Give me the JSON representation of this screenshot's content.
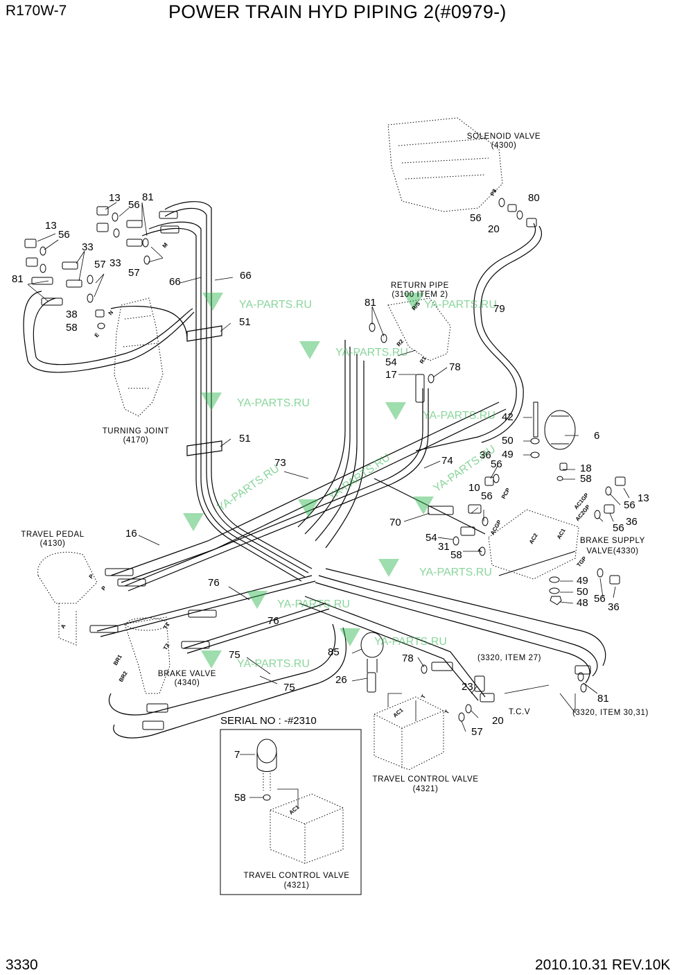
{
  "header": {
    "model": "R170W-7",
    "title": "POWER TRAIN HYD PIPING 2(#0979-)"
  },
  "footer": {
    "page_number": "3330",
    "revision": "2010.10.31 REV.10K"
  },
  "components": {
    "solenoid_valve": {
      "name": "SOLENOID VALVE",
      "code": "(4300)"
    },
    "return_pipe": {
      "name": "RETURN PIPE",
      "code": "(3100 ITEM 2)"
    },
    "turning_joint": {
      "name": "TURNING JOINT",
      "code": "(4170)"
    },
    "travel_pedal": {
      "name": "TRAVEL PEDAL",
      "code": "(4130)"
    },
    "brake_supply_valve": {
      "name": "BRAKE SUPPLY",
      "name2": "VALVE(4330)"
    },
    "brake_valve": {
      "name": "BRAKE VALVE",
      "code": "(4340)"
    },
    "travel_control_valve": {
      "name": "TRAVEL CONTROL VALVE",
      "code": "(4321)"
    },
    "item27_ref": "(3320, ITEM 27)",
    "item3031_ref": "(3320, ITEM 30,31)"
  },
  "inset": {
    "serial": "SERIAL NO : -#2310",
    "valve_name": "TRAVEL CONTROL VALVE",
    "valve_code": "(4321)",
    "parts": [
      "7",
      "58"
    ],
    "port": "AC1"
  },
  "watermark": "YA-PARTS.RU",
  "port_labels": [
    "P8",
    "R/S",
    "R2",
    "R1",
    "PCP",
    "ACGP",
    "AC2",
    "AC1",
    "AC1GP",
    "AC2GP",
    "TGP",
    "T",
    "T1",
    "T2",
    "P",
    "A",
    "BR1",
    "BR2",
    "N",
    "M",
    "E",
    "T.C.V"
  ],
  "part_numbers": [
    "13",
    "56",
    "81",
    "33",
    "57",
    "38",
    "58",
    "66",
    "51",
    "16",
    "73",
    "74",
    "76",
    "75",
    "85",
    "26",
    "79",
    "17",
    "54",
    "78",
    "42",
    "6",
    "50",
    "49",
    "36",
    "10",
    "18",
    "70",
    "31",
    "48",
    "20",
    "80",
    "23"
  ]
}
